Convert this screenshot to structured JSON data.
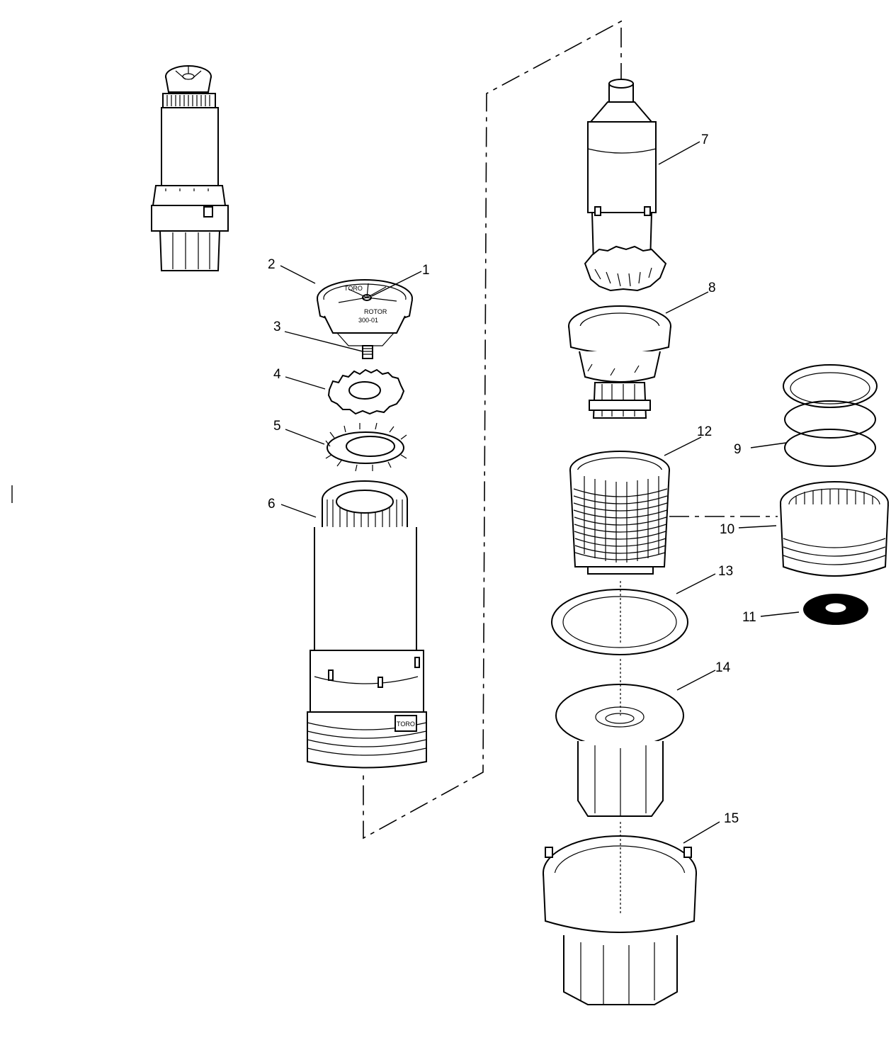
{
  "diagram": {
    "callouts": [
      {
        "id": "1",
        "text": "1"
      },
      {
        "id": "2",
        "text": "2"
      },
      {
        "id": "3",
        "text": "3"
      },
      {
        "id": "4",
        "text": "4"
      },
      {
        "id": "5",
        "text": "5"
      },
      {
        "id": "6",
        "text": "6"
      },
      {
        "id": "7",
        "text": "7"
      },
      {
        "id": "8",
        "text": "8"
      },
      {
        "id": "9",
        "text": "9"
      },
      {
        "id": "10",
        "text": "10"
      },
      {
        "id": "11",
        "text": "11"
      },
      {
        "id": "12",
        "text": "12"
      },
      {
        "id": "13",
        "text": "13"
      },
      {
        "id": "14",
        "text": "14"
      },
      {
        "id": "15",
        "text": "15"
      }
    ],
    "cap_text": {
      "brand": "TORO",
      "word": "ROTOR",
      "model": "300-01"
    },
    "body_badge": "TORO"
  }
}
